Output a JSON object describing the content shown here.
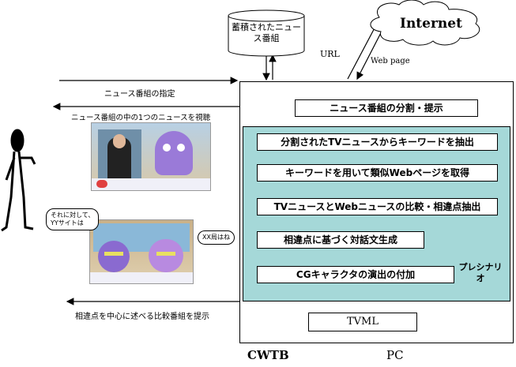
{
  "storage": {
    "label": "蓄積されたニュース番組"
  },
  "internet": {
    "label": "Internet"
  },
  "links": {
    "url_label": "URL",
    "webpage_label": "Web page"
  },
  "left_flow": {
    "specify": "ニュース番組の指定",
    "view": "ニュース番組の中の1つのニュースを視聴",
    "present": "相違点を中心に述べる比較番組を提示"
  },
  "top_step": "ニュース番組の分割・提示",
  "steps": [
    "分割されたTVニュースからキーワードを抽出",
    "キーワードを用いて類似Webページを取得",
    "TVニュースとWebニュースの比較・相違点抽出",
    "相違点に基づく対話文生成",
    "CGキャラクタの演出の付加"
  ],
  "scenario": {
    "label": "プレシナリオ"
  },
  "output": "TVML",
  "footer": {
    "cwtb": "CWTB",
    "pc": "PC"
  },
  "bubbles": {
    "left": "それに対して、\nYYサイトは",
    "right": "XX局はね"
  }
}
